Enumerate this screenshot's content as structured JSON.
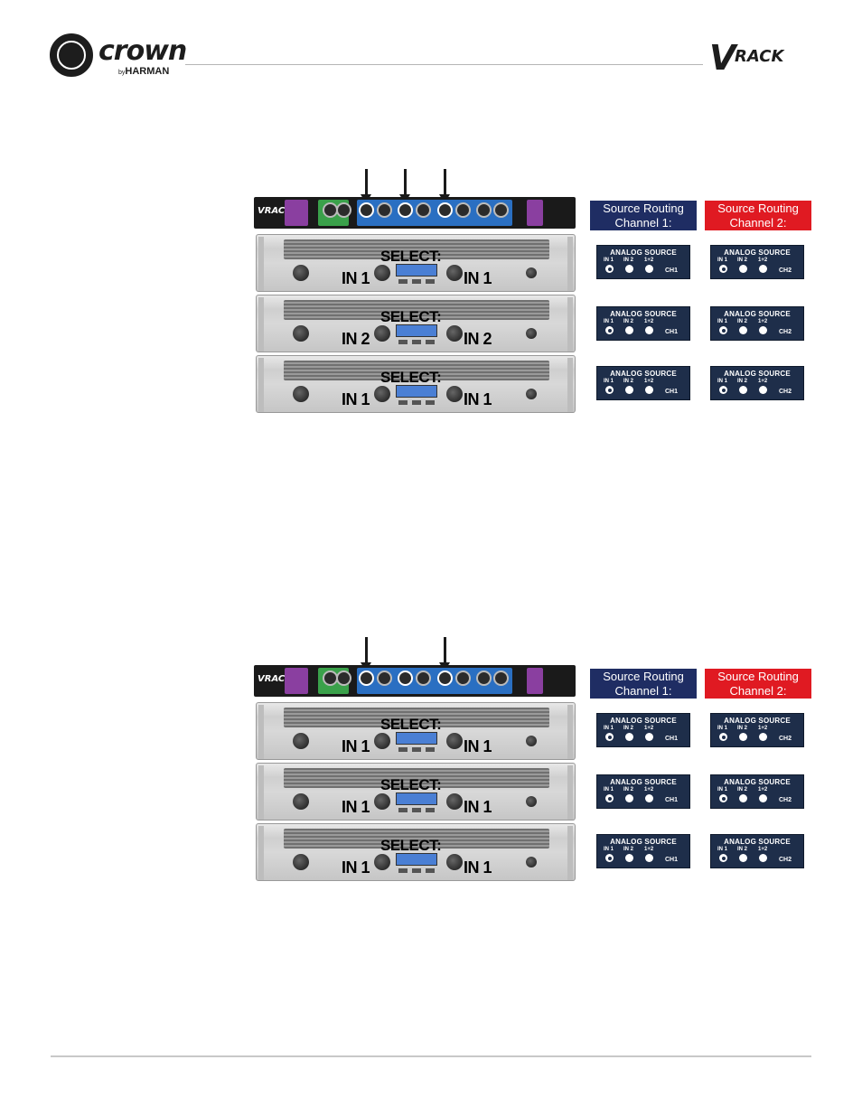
{
  "header": {
    "crown_wordmark": "crown",
    "crown_by": "by",
    "crown_harman": "HARMAN",
    "vrack_v": "V",
    "vrack_word": "RACK"
  },
  "figures": [
    {
      "arrows": 3,
      "card_logo": "VRACK",
      "routing_headers": {
        "ch1": "Source Routing Channel 1:",
        "ch2": "Source Routing Channel 2:"
      },
      "amps": [
        {
          "select": "SELECT:",
          "ch1_input": "IN 1",
          "ch2_input": "IN 1"
        },
        {
          "select": "SELECT:",
          "ch1_input": "IN 2",
          "ch2_input": "IN 2"
        },
        {
          "select": "SELECT:",
          "ch1_input": "IN 1",
          "ch2_input": "IN 1"
        }
      ],
      "sources": [
        {
          "ch1": {
            "title": "ANALOG SOURCE",
            "opts": [
              "IN 1",
              "IN 2",
              "1+2"
            ],
            "selected": 0,
            "channel": "CH1"
          },
          "ch2": {
            "title": "ANALOG SOURCE",
            "opts": [
              "IN 1",
              "IN 2",
              "1+2"
            ],
            "selected": 0,
            "channel": "CH2"
          }
        },
        {
          "ch1": {
            "title": "ANALOG SOURCE",
            "opts": [
              "IN 1",
              "IN 2",
              "1+2"
            ],
            "selected": 0,
            "channel": "CH1"
          },
          "ch2": {
            "title": "ANALOG SOURCE",
            "opts": [
              "IN 1",
              "IN 2",
              "1+2"
            ],
            "selected": 0,
            "channel": "CH2"
          }
        },
        {
          "ch1": {
            "title": "ANALOG SOURCE",
            "opts": [
              "IN 1",
              "IN 2",
              "1+2"
            ],
            "selected": 0,
            "channel": "CH1"
          },
          "ch2": {
            "title": "ANALOG SOURCE",
            "opts": [
              "IN 1",
              "IN 2",
              "1+2"
            ],
            "selected": 0,
            "channel": "CH2"
          }
        }
      ]
    },
    {
      "arrows": 2,
      "card_logo": "VRACK",
      "routing_headers": {
        "ch1": "Source Routing Channel 1:",
        "ch2": "Source Routing Channel 2:"
      },
      "amps": [
        {
          "select": "SELECT:",
          "ch1_input": "IN 1",
          "ch2_input": "IN 1"
        },
        {
          "select": "SELECT:",
          "ch1_input": "IN 1",
          "ch2_input": "IN 1"
        },
        {
          "select": "SELECT:",
          "ch1_input": "IN 1",
          "ch2_input": "IN 1"
        }
      ],
      "sources": [
        {
          "ch1": {
            "title": "ANALOG SOURCE",
            "opts": [
              "IN 1",
              "IN 2",
              "1+2"
            ],
            "selected": 0,
            "channel": "CH1"
          },
          "ch2": {
            "title": "ANALOG SOURCE",
            "opts": [
              "IN 1",
              "IN 2",
              "1+2"
            ],
            "selected": 0,
            "channel": "CH2"
          }
        },
        {
          "ch1": {
            "title": "ANALOG SOURCE",
            "opts": [
              "IN 1",
              "IN 2",
              "1+2"
            ],
            "selected": 0,
            "channel": "CH1"
          },
          "ch2": {
            "title": "ANALOG SOURCE",
            "opts": [
              "IN 1",
              "IN 2",
              "1+2"
            ],
            "selected": 0,
            "channel": "CH2"
          }
        },
        {
          "ch1": {
            "title": "ANALOG SOURCE",
            "opts": [
              "IN 1",
              "IN 2",
              "1+2"
            ],
            "selected": 0,
            "channel": "CH1"
          },
          "ch2": {
            "title": "ANALOG SOURCE",
            "opts": [
              "IN 1",
              "IN 2",
              "1+2"
            ],
            "selected": 0,
            "channel": "CH2"
          }
        }
      ]
    }
  ]
}
